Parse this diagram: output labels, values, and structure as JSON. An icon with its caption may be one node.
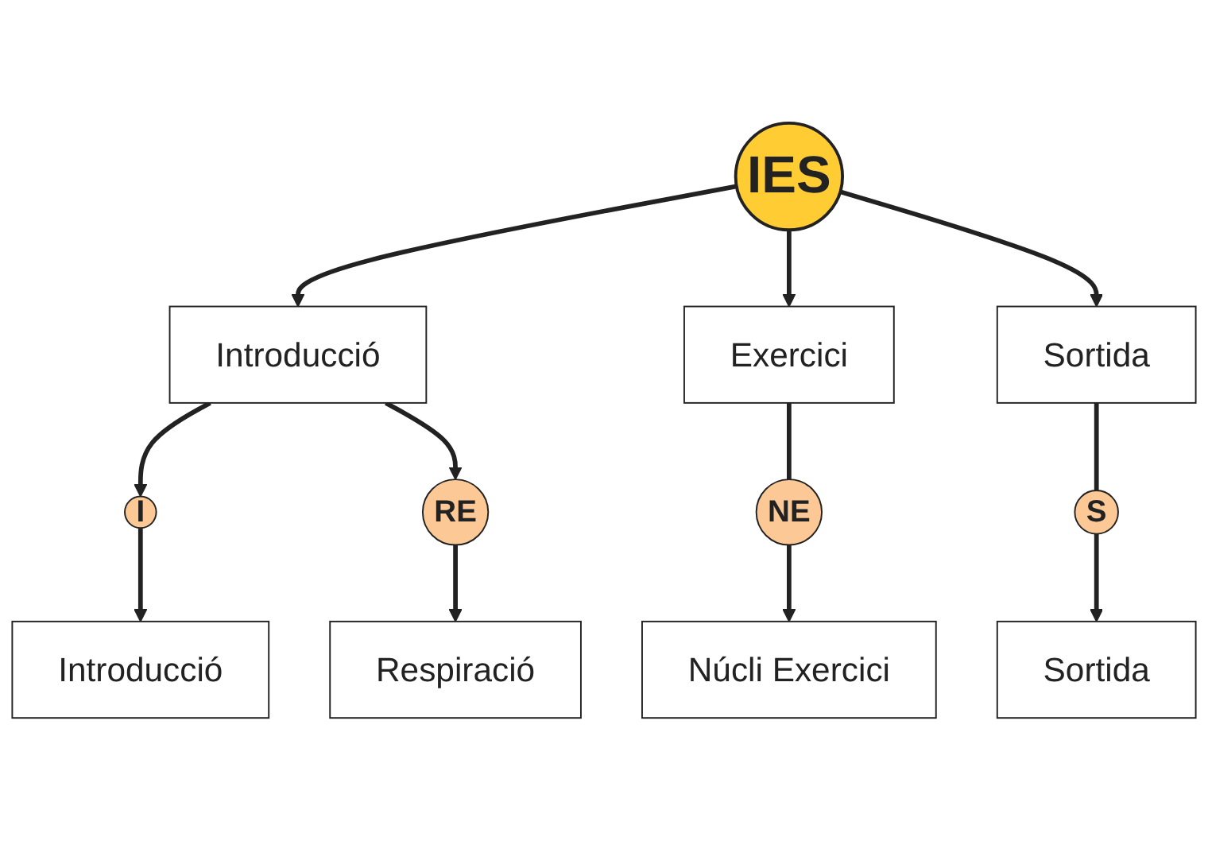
{
  "diagram": {
    "nodes": [
      {
        "text": [
          "IES"
        ]
      },
      {
        "text": [
          "Introducció"
        ]
      },
      {
        "text": [
          "Exercici"
        ]
      },
      {
        "text": [
          "Sortida"
        ]
      },
      {
        "text": [
          "I"
        ]
      },
      {
        "text": [
          "RE"
        ]
      },
      {
        "text": [
          "NE"
        ]
      },
      {
        "text": [
          "S"
        ]
      },
      {
        "text": [
          "Introducció"
        ]
      },
      {
        "text": [
          "Respiració"
        ]
      },
      {
        "text": [
          "Núcli Exercici"
        ]
      },
      {
        "text": [
          "Sortida"
        ]
      }
    ],
    "edges": [
      {
        "from": 0,
        "to": 1,
        "arrow": "to"
      },
      {
        "from": 0,
        "to": 2,
        "arrow": "to"
      },
      {
        "from": 0,
        "to": 3,
        "arrow": "to"
      },
      {
        "from": 1,
        "to": 4,
        "arrow": "to"
      },
      {
        "from": 1,
        "to": 5,
        "arrow": "to"
      },
      {
        "from": 2,
        "to": 6,
        "arrow": "none"
      },
      {
        "from": 3,
        "to": 7,
        "arrow": "none"
      },
      {
        "from": 4,
        "to": 8,
        "arrow": "to"
      },
      {
        "from": 5,
        "to": 9,
        "arrow": "to"
      },
      {
        "from": 6,
        "to": 10,
        "arrow": "to"
      },
      {
        "from": 7,
        "to": 11,
        "arrow": "to"
      }
    ]
  }
}
